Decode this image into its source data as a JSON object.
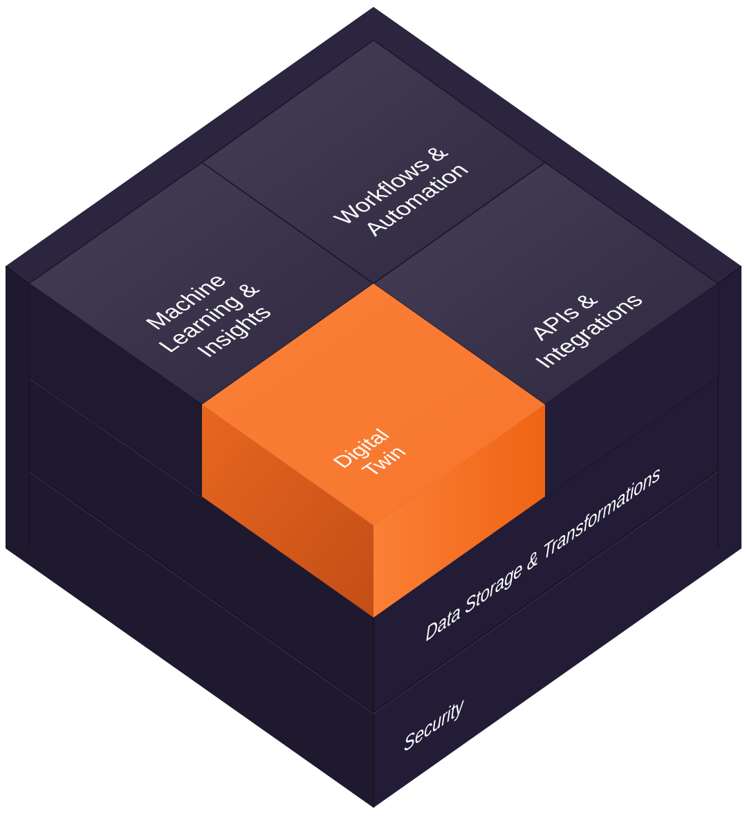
{
  "diagram": {
    "tiles": {
      "workflows": [
        "Workflows &",
        "Automation"
      ],
      "ml": [
        "Machine",
        "Learning &",
        "Insights"
      ],
      "apis": [
        "APIs &",
        "Integrations"
      ],
      "digital_twin": [
        "Digital",
        "Twin"
      ]
    },
    "layers": {
      "data_storage": "Data Storage & Transformations",
      "security": "Security"
    },
    "colors": {
      "cube_top": "#332c46",
      "cube_left": "#1e192e",
      "cube_right": "#231c37",
      "accent": "#fb7f38"
    }
  }
}
